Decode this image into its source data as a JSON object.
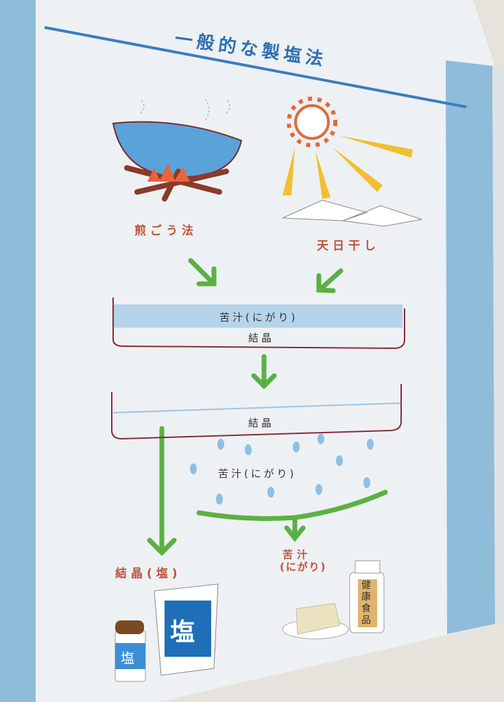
{
  "title": "一般的な製塩法",
  "methods": {
    "boiling": "煎ごう法",
    "sun_drying": "天日干し"
  },
  "pan1": {
    "bittern": "苦汁(にがり)",
    "crystal": "結晶"
  },
  "pan2": {
    "crystal": "結晶"
  },
  "drip_label": "苦汁(にがり)",
  "results": {
    "salt_label": "結晶(塩)",
    "bittern_label_line1": "苦汁",
    "bittern_label_line2": "(にがり)",
    "salt_bag": "塩",
    "salt_jar": "塩",
    "supplement": "健康食品"
  },
  "colors": {
    "accent_blue": "#7fb0d6",
    "arrow_green": "#5cb043",
    "label_red": "#c0523a"
  }
}
